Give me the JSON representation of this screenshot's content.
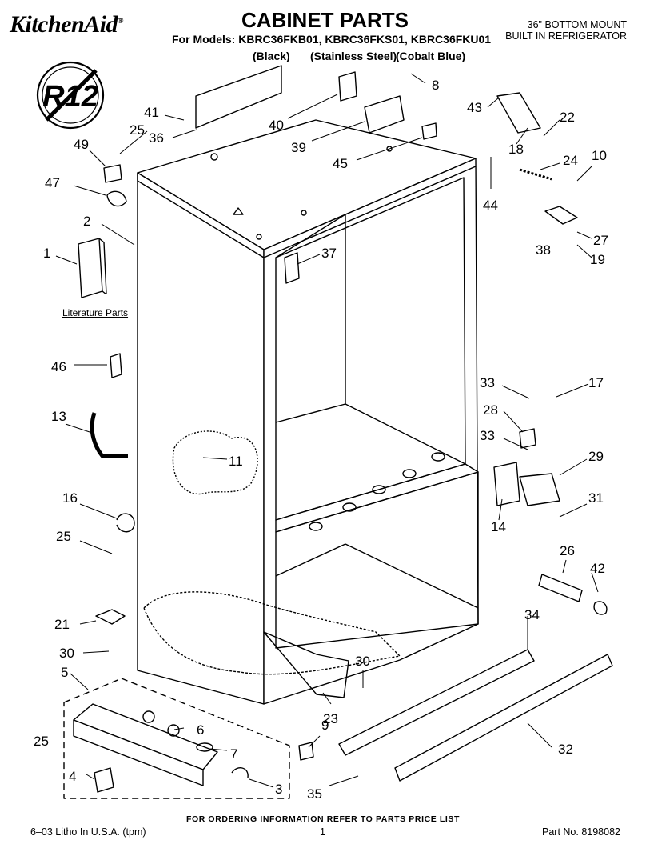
{
  "header": {
    "brand": "KitchenAid",
    "title": "CABINET PARTS",
    "models": "For Models: KBRC36FKB01, KBRC36FKS01, KBRC36FKU01",
    "variant_black": "(Black)",
    "variant_stainless": "(Stainless Steel)",
    "variant_blue": "(Cobalt Blue)",
    "description_line1": "36\" BOTTOM MOUNT",
    "description_line2": "BUILT IN REFRIGERATOR"
  },
  "badge": {
    "text": "R12"
  },
  "literature_label": "Literature Parts",
  "callouts": [
    "1",
    "2",
    "3",
    "4",
    "5",
    "6",
    "7",
    "8",
    "9",
    "10",
    "11",
    "13",
    "14",
    "16",
    "17",
    "18",
    "19",
    "21",
    "22",
    "23",
    "24",
    "25",
    "25",
    "25",
    "26",
    "27",
    "28",
    "29",
    "30",
    "30",
    "31",
    "32",
    "33",
    "33",
    "34",
    "35",
    "36",
    "37",
    "38",
    "39",
    "40",
    "41",
    "42",
    "43",
    "44",
    "45",
    "46",
    "47",
    "49"
  ],
  "footer": {
    "ordering_note": "FOR ORDERING INFORMATION REFER TO PARTS PRICE LIST",
    "litho": "6–03 Litho In U.S.A. (tpm)",
    "page": "1",
    "part_number": "Part No. 8198082"
  }
}
